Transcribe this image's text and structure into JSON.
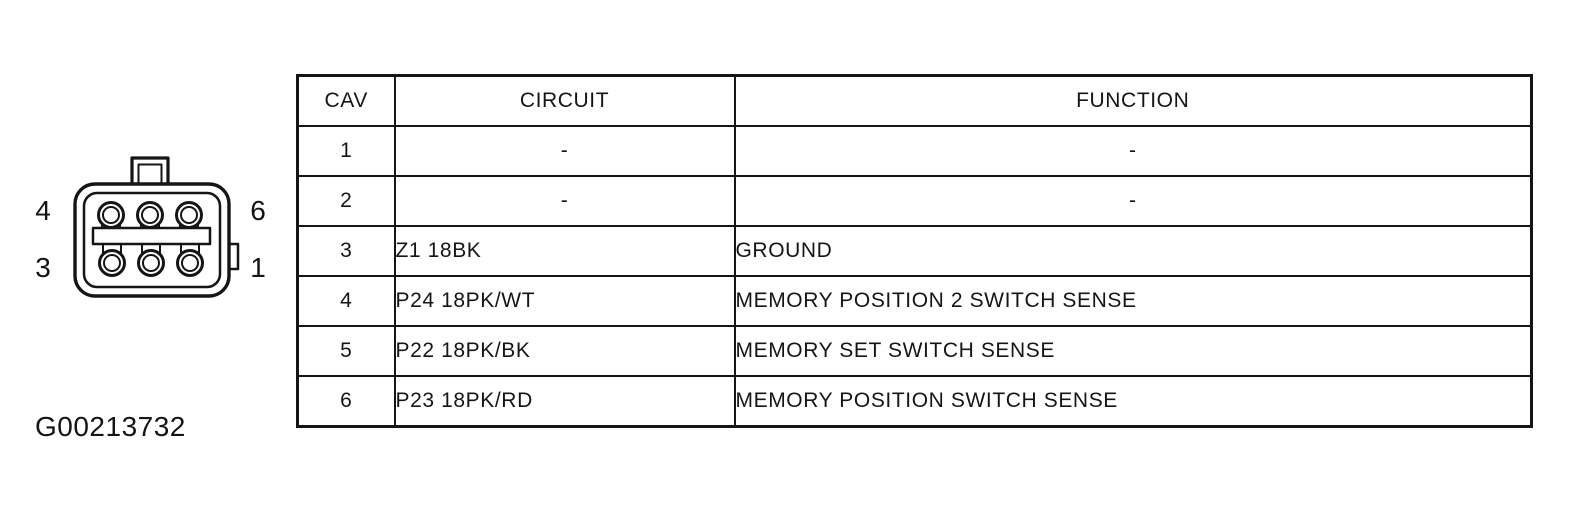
{
  "page": {
    "background": "#ffffff",
    "ink_color": "#151515"
  },
  "figure_id": "G00213732",
  "connector": {
    "labels": {
      "top_left": "4",
      "top_right": "6",
      "bottom_left": "3",
      "bottom_right": "1"
    }
  },
  "table": {
    "headers": [
      "CAV",
      "CIRCUIT",
      "FUNCTION"
    ],
    "rows": [
      {
        "cav": "1",
        "circuit": "-",
        "function": "-"
      },
      {
        "cav": "2",
        "circuit": "-",
        "function": "-"
      },
      {
        "cav": "3",
        "circuit": "Z1 18BK",
        "function": "GROUND"
      },
      {
        "cav": "4",
        "circuit": "P24 18PK/WT",
        "function": "MEMORY POSITION 2 SWITCH SENSE"
      },
      {
        "cav": "5",
        "circuit": "P22 18PK/BK",
        "function": "MEMORY SET SWITCH SENSE"
      },
      {
        "cav": "6",
        "circuit": "P23 18PK/RD",
        "function": "MEMORY POSITION SWITCH SENSE"
      }
    ]
  }
}
